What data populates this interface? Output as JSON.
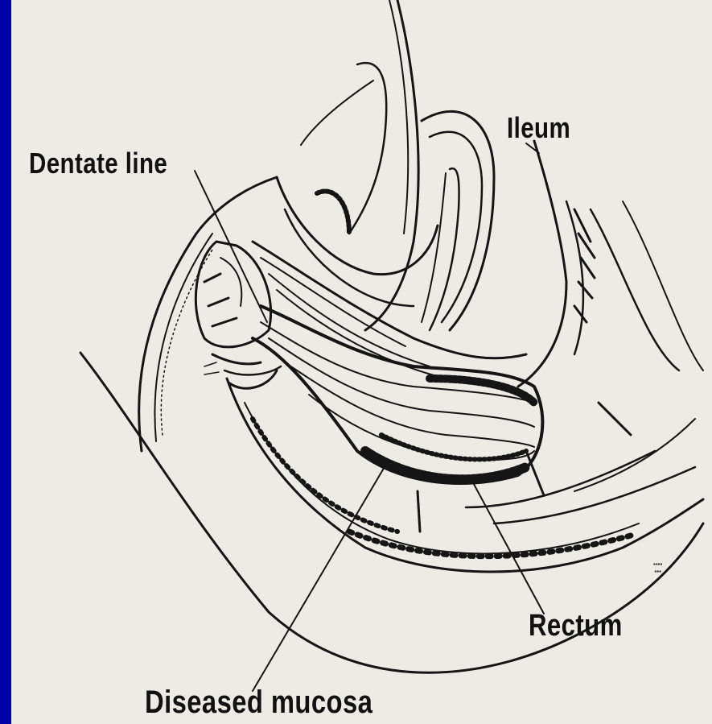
{
  "diagram": {
    "labels": {
      "ileum": "Ileum",
      "dentate_line": "Dentate line",
      "rectum": "Rectum",
      "diseased_mucosa": "Diseased mucosa"
    },
    "colors": {
      "border": "#0000aa",
      "paper": "#ecebe6",
      "ink": "#111111"
    }
  }
}
